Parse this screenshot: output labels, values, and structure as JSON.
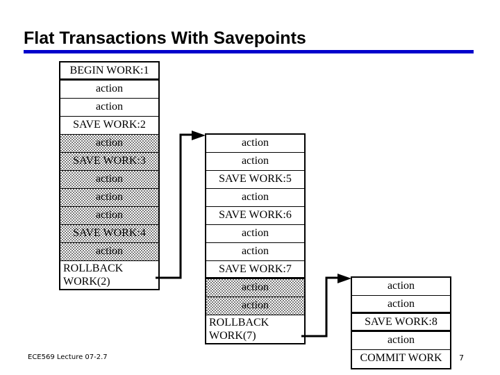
{
  "slide": {
    "title": "Flat Transactions With Savepoints",
    "title_rule_color": "#0000cc",
    "footer_left": "ECE569  Lecture 07-2.7",
    "page_number": "7"
  },
  "columns": [
    {
      "id": "col-1",
      "name": "transaction-column-1",
      "cells": [
        {
          "label": "BEGIN WORK:1",
          "shaded": false,
          "thick": true,
          "tall": false
        },
        {
          "label": "action",
          "shaded": false,
          "thick": false,
          "tall": false
        },
        {
          "label": "action",
          "shaded": false,
          "thick": false,
          "tall": false
        },
        {
          "label": "SAVE WORK:2",
          "shaded": false,
          "thick": false,
          "tall": false
        },
        {
          "label": "action",
          "shaded": true,
          "thick": false,
          "tall": false
        },
        {
          "label": "SAVE WORK:3",
          "shaded": true,
          "thick": false,
          "tall": false
        },
        {
          "label": "action",
          "shaded": true,
          "thick": false,
          "tall": false
        },
        {
          "label": "action",
          "shaded": true,
          "thick": false,
          "tall": false
        },
        {
          "label": "action",
          "shaded": true,
          "thick": false,
          "tall": false
        },
        {
          "label": "SAVE WORK:4",
          "shaded": true,
          "thick": false,
          "tall": false
        },
        {
          "label": "action",
          "shaded": true,
          "thick": false,
          "tall": false
        },
        {
          "label": "ROLLBACK\nWORK(2)",
          "shaded": false,
          "thick": false,
          "tall": true
        }
      ]
    },
    {
      "id": "col-2",
      "name": "transaction-column-2",
      "cells": [
        {
          "label": "action",
          "shaded": false,
          "thick": false,
          "tall": false
        },
        {
          "label": "action",
          "shaded": false,
          "thick": false,
          "tall": false
        },
        {
          "label": "SAVE WORK:5",
          "shaded": false,
          "thick": false,
          "tall": false
        },
        {
          "label": "action",
          "shaded": false,
          "thick": false,
          "tall": false
        },
        {
          "label": "SAVE WORK:6",
          "shaded": false,
          "thick": false,
          "tall": false
        },
        {
          "label": "action",
          "shaded": false,
          "thick": false,
          "tall": false
        },
        {
          "label": "action",
          "shaded": false,
          "thick": false,
          "tall": false
        },
        {
          "label": "SAVE WORK:7",
          "shaded": false,
          "thick": true,
          "tall": false
        },
        {
          "label": "action",
          "shaded": true,
          "thick": false,
          "tall": false
        },
        {
          "label": "action",
          "shaded": true,
          "thick": false,
          "tall": false
        },
        {
          "label": "ROLLBACK\nWORK(7)",
          "shaded": false,
          "thick": false,
          "tall": true
        }
      ]
    },
    {
      "id": "col-3",
      "name": "transaction-column-3",
      "cells": [
        {
          "label": "action",
          "shaded": false,
          "thick": false,
          "tall": false
        },
        {
          "label": "action",
          "shaded": false,
          "thick": true,
          "tall": false
        },
        {
          "label": "SAVE WORK:8",
          "shaded": false,
          "thick": true,
          "tall": false
        },
        {
          "label": "action",
          "shaded": false,
          "thick": false,
          "tall": false
        },
        {
          "label": "COMMIT WORK",
          "shaded": false,
          "thick": false,
          "tall": false
        }
      ]
    }
  ],
  "connectors": [
    {
      "name": "rollback-2-to-column-2-arrow"
    },
    {
      "name": "rollback-7-to-column-3-arrow"
    }
  ]
}
